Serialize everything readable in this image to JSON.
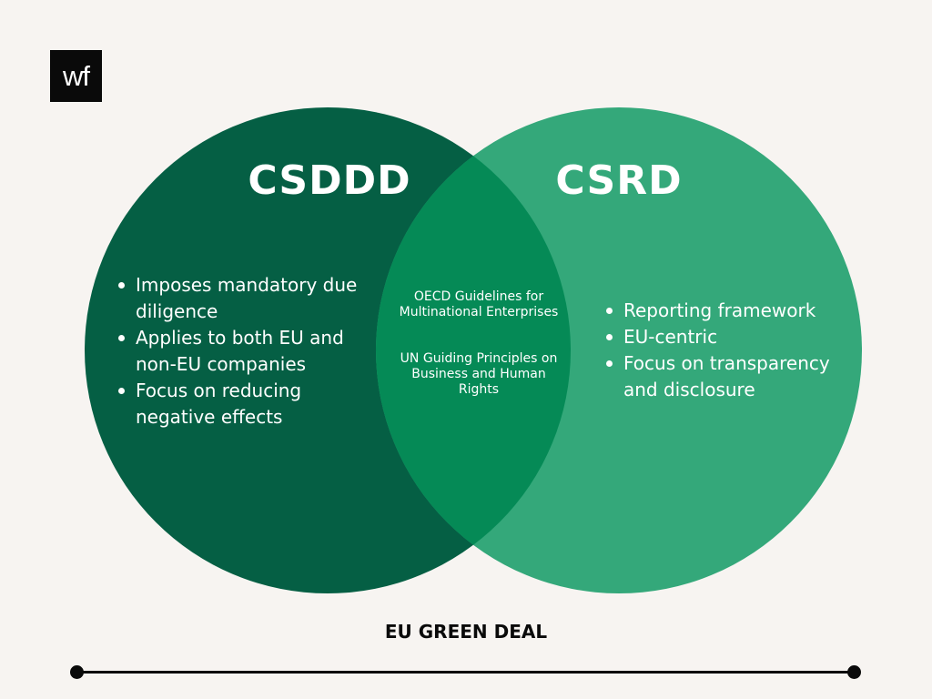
{
  "logo": {
    "text": "wf"
  },
  "colors": {
    "background": "#f7f4f1",
    "left_circle": "#055f44",
    "right_circle": "#34a87a",
    "overlap": "#058a56",
    "text_on_green": "#ffffff",
    "footer": "#0a0a0a"
  },
  "venn": {
    "left": {
      "title": "CSDDD",
      "items": [
        "Imposes mandatory due diligence",
        "Applies to both EU and non-EU companies",
        "Focus on reducing negative effects"
      ]
    },
    "right": {
      "title": "CSRD",
      "items": [
        "Reporting framework",
        "EU-centric",
        "Focus on transparency and disclosure"
      ]
    },
    "overlap": {
      "items": [
        "OECD Guidelines for Multinational Enterprises",
        "UN Guiding Principles on Business and Human Rights"
      ]
    }
  },
  "footer": {
    "label": "EU GREEN DEAL"
  }
}
